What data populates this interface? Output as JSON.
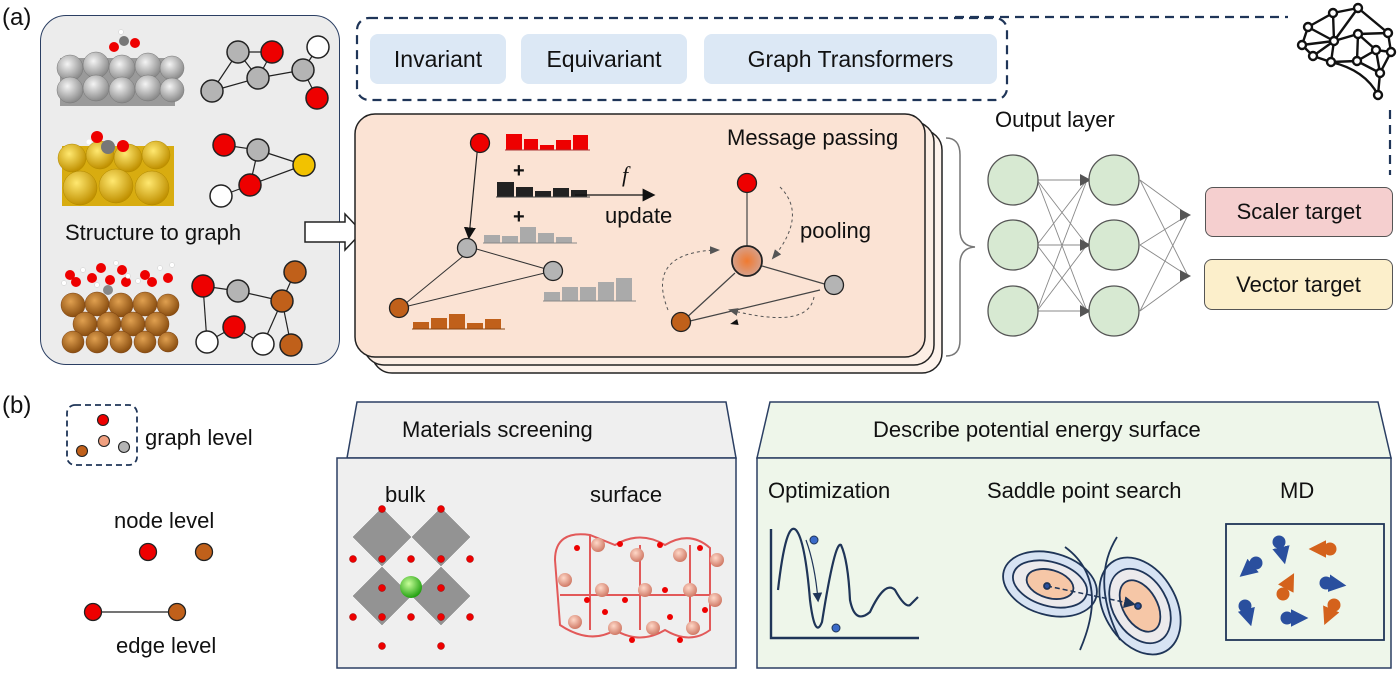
{
  "panel_a": {
    "label": "(a)",
    "structure_to_graph": "Structure to graph",
    "model_types": [
      "Invariant",
      "Equivariant",
      "Graph Transformers"
    ],
    "message_passing": {
      "title": "Message passing",
      "function_symbol": "f",
      "update_label": "update",
      "pooling_label": "pooling",
      "plus": "+"
    },
    "output_layer": "Output layer",
    "targets": {
      "scaler": "Scaler target",
      "vector": "Vector target"
    },
    "brain_icon": "neural-network-brain-icon"
  },
  "panel_b": {
    "label": "(b)",
    "levels": {
      "graph": "graph level",
      "node": "node level",
      "edge": "edge level"
    },
    "materials_screening": {
      "title": "Materials screening",
      "bulk": "bulk",
      "surface": "surface"
    },
    "pes": {
      "title": "Describe potential energy surface",
      "optimization": "Optimization",
      "saddle": "Saddle point search",
      "md": "MD"
    }
  },
  "colors": {
    "oxygen_red": "#ee0000",
    "carbon_gray": "#b4b4b4",
    "copper_brown": "#c0601a",
    "gold_yellow": "#f2c200",
    "hydrogen_white": "#ffffff",
    "mp_bg": "#fbe3d4",
    "dark_navy": "#1f3558",
    "nn_green": "#d7e9d2",
    "scaler_pink": "#f5cfcf",
    "vector_yellow": "#fcefcb",
    "chip_blue": "#dce8f5",
    "level_blue": "#d6e0f0",
    "screen_gray": "#efefef",
    "pes_green": "#eef6ea",
    "md_blue": "#2a4f9e",
    "md_orange": "#d4621c"
  }
}
